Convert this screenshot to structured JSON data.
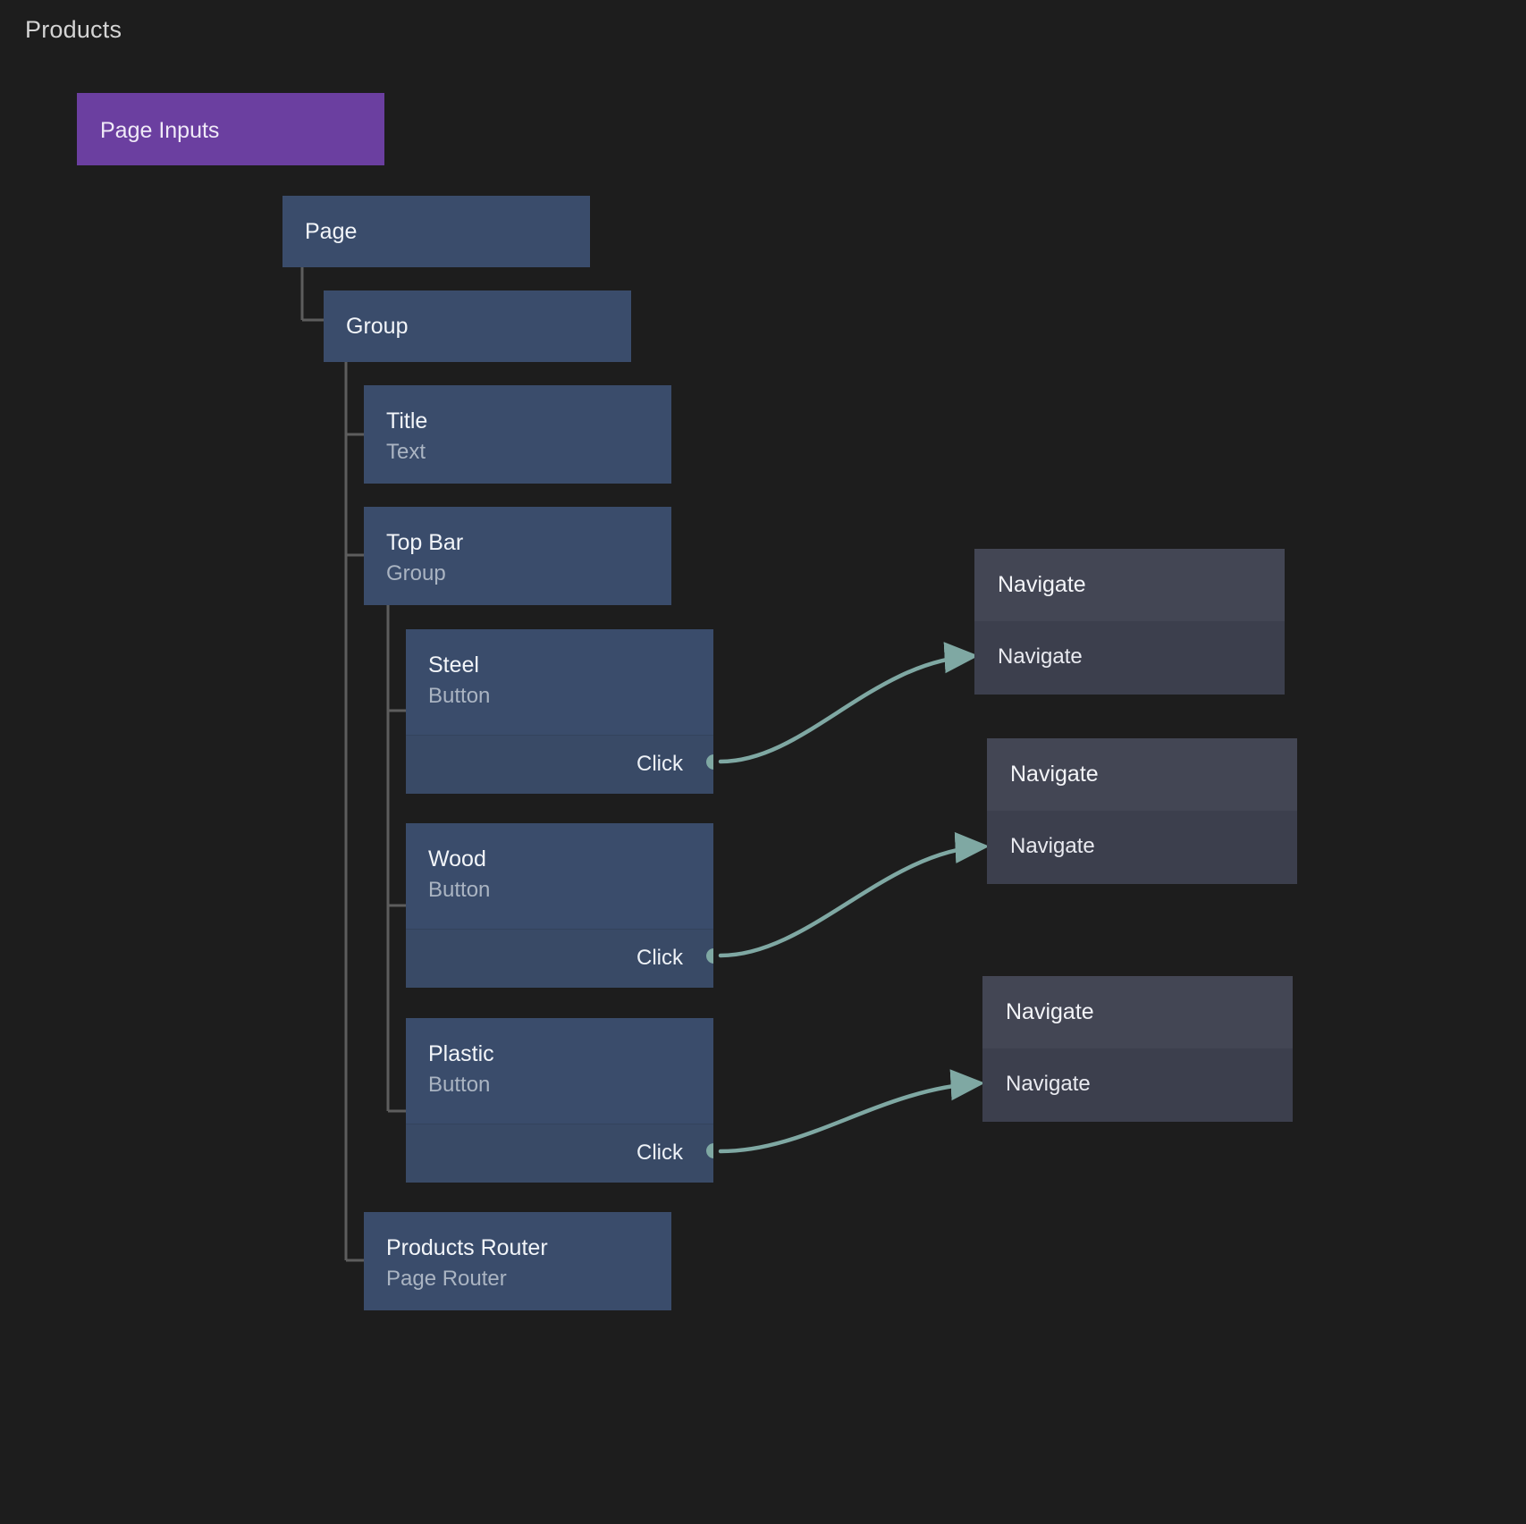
{
  "page": {
    "title": "Products",
    "background": "#1d1d1d"
  },
  "colors": {
    "accent_purple": "#6b3fa0",
    "node_blue": "#3a4c6b",
    "node_blue_event": "#394a66",
    "action_grey": "#3c3f4d",
    "action_grey_head": "#434654",
    "edge_teal": "#7fa8a3",
    "tree_line": "#5d5d5d",
    "title_text": "#d4d4d4",
    "subtitle_text": "#aab4c2"
  },
  "inputs_node": {
    "label": "Page Inputs"
  },
  "tree": [
    {
      "id": "page",
      "title": "Page",
      "subtitle": ""
    },
    {
      "id": "group",
      "title": "Group",
      "subtitle": ""
    },
    {
      "id": "title",
      "title": "Title",
      "subtitle": "Text"
    },
    {
      "id": "topbar",
      "title": "Top Bar",
      "subtitle": "Group"
    },
    {
      "id": "steel",
      "title": "Steel",
      "subtitle": "Button",
      "event": "Click"
    },
    {
      "id": "wood",
      "title": "Wood",
      "subtitle": "Button",
      "event": "Click"
    },
    {
      "id": "plastic",
      "title": "Plastic",
      "subtitle": "Button",
      "event": "Click"
    },
    {
      "id": "router",
      "title": "Products Router",
      "subtitle": "Page Router"
    }
  ],
  "actions": [
    {
      "id": "nav1",
      "header": "Navigate",
      "row": "Navigate"
    },
    {
      "id": "nav2",
      "header": "Navigate",
      "row": "Navigate"
    },
    {
      "id": "nav3",
      "header": "Navigate",
      "row": "Navigate"
    }
  ],
  "edges": [
    {
      "from": "steel.click",
      "to": "nav1.navigate"
    },
    {
      "from": "wood.click",
      "to": "nav2.navigate"
    },
    {
      "from": "plastic.click",
      "to": "nav3.navigate"
    }
  ]
}
